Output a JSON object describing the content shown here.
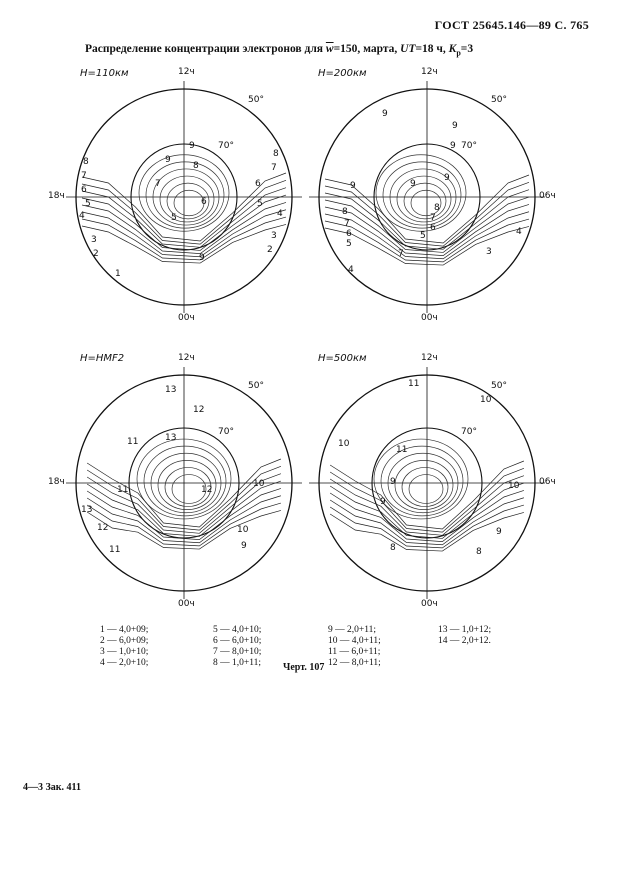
{
  "header": "ГОСТ 25645.146—89 С. 765",
  "title": {
    "prefix": "Распределение концентрации электронов для",
    "w_symbol": "w",
    "w_value": "=150, марта,",
    "ut_symbol": "UT",
    "ut_value": "=18 ч,",
    "kp_symbol": "K",
    "kp_sub": "p",
    "kp_value": "=3"
  },
  "panels": [
    {
      "label": "H=110км",
      "time_top": "12ч",
      "time_bottom": "00ч",
      "time_side": "18ч",
      "lat_outer": "50°",
      "lat_inner": "70°",
      "contour_labels": [
        "9",
        "9",
        "8",
        "7",
        "6",
        "5",
        "8",
        "7",
        "6",
        "5",
        "4",
        "3",
        "2",
        "1",
        "8",
        "7",
        "6",
        "5",
        "4",
        "3",
        "2",
        "9"
      ]
    },
    {
      "label": "H=200км",
      "time_top": "12ч",
      "time_bottom": "00ч",
      "time_side": "06ч",
      "lat_outer": "50°",
      "lat_inner": "70°",
      "contour_labels": [
        "9",
        "9",
        "9",
        "9",
        "9",
        "9",
        "8",
        "7",
        "6",
        "5",
        "8",
        "7",
        "6",
        "5",
        "4",
        "3",
        "7",
        "4"
      ]
    },
    {
      "label": "H=HMF2",
      "time_top": "12ч",
      "time_bottom": "00ч",
      "time_side": "18ч",
      "lat_outer": "50°",
      "lat_inner": "70°",
      "contour_labels": [
        "13",
        "12",
        "13",
        "11",
        "11",
        "12",
        "10",
        "13",
        "12",
        "11",
        "10",
        "9"
      ]
    },
    {
      "label": "H=500км",
      "time_top": "12ч",
      "time_bottom": "00ч",
      "time_side": "06ч",
      "lat_outer": "50°",
      "lat_inner": "70°",
      "contour_labels": [
        "11",
        "10",
        "10",
        "11",
        "9",
        "8",
        "8",
        "9",
        "10",
        "9"
      ]
    }
  ],
  "legend": [
    [
      "1 — 4,0+09;",
      "2 — 6,0+09;",
      "3 — 1,0+10;",
      "4 — 2,0+10;"
    ],
    [
      "5 — 4,0+10;",
      "6 — 6,0+10;",
      "7 — 8,0+10;",
      "8 — 1,0+11;"
    ],
    [
      "9 — 2,0+11;",
      "10 — 4,0+11;",
      "11 — 6,0+11;",
      "12 — 8,0+11;"
    ],
    [
      "13 — 1,0+12;",
      "14 — 2,0+12."
    ]
  ],
  "caption": "Черт. 107",
  "footer": "4—3 Зак. 411"
}
